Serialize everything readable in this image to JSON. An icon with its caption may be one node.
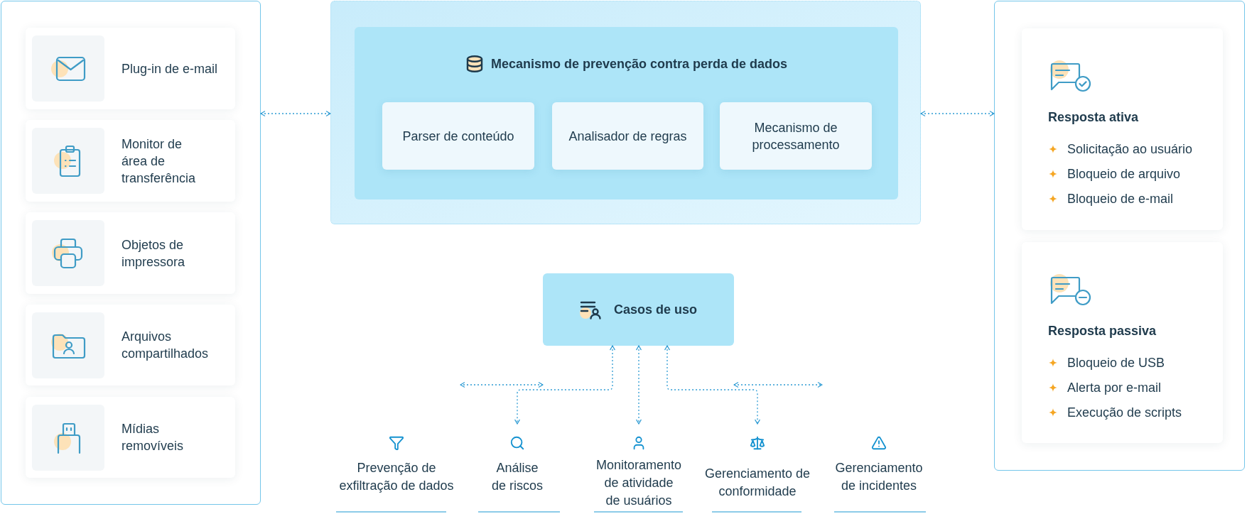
{
  "diagram": {
    "nodes": [
      {
        "text": [],
        "shape": "box"
      },
      {
        "text": [
          "Plug-in de e-mail"
        ],
        "in": 0
      },
      {
        "text": [
          "Monitor de área de transferência"
        ],
        "in": 0
      },
      {
        "text": [
          "Objetos de impressora"
        ],
        "in": 0
      },
      {
        "text": [
          "Arquivos compartilhados"
        ],
        "in": 0
      },
      {
        "text": [
          "Mídias removíveis"
        ],
        "in": 0
      },
      {
        "text": [],
        "shape": "box"
      },
      {
        "text": [
          "Mecanismo de prevenção contra perda de dados"
        ],
        "in": 6
      },
      {
        "text": [
          "Parser de conteúdo"
        ],
        "in": 7
      },
      {
        "text": [
          "Analisador de regras"
        ],
        "in": 7
      },
      {
        "text": [
          "Mecanismo de processamento"
        ],
        "in": 7
      },
      {
        "text": [],
        "shape": "box"
      },
      {
        "text": [
          "Resposta ativa",
          "Solicitação ao usuário",
          "Bloqueio de arquivo",
          "Bloqueio de e-mail"
        ],
        "in": 11
      },
      {
        "text": [
          "Resposta passiva",
          "Bloqueio de USB",
          "Alerta por e-mail",
          "Execução de scripts"
        ],
        "in": 11
      },
      {
        "text": [
          "Casos de uso"
        ]
      },
      {
        "text": [
          "Prevenção de exfiltração de dados"
        ]
      },
      {
        "text": [
          "Análise de riscos"
        ]
      },
      {
        "text": [
          "Monitoramento de atividade de usuários"
        ]
      },
      {
        "text": [
          "Gerenciamento de conformidade"
        ]
      },
      {
        "text": [
          "Gerenciamento de incidentes"
        ]
      }
    ],
    "edges": [
      {
        "from": 0,
        "to": 6,
        "arrow": "both"
      },
      {
        "from": 6,
        "to": 11,
        "arrow": "both"
      },
      {
        "from": 14,
        "to": 15,
        "arrow": "both"
      },
      {
        "from": 14,
        "to": 16,
        "arrow": "both"
      },
      {
        "from": 14,
        "to": 17,
        "arrow": "both"
      },
      {
        "from": 14,
        "to": 18,
        "arrow": "both"
      },
      {
        "from": 14,
        "to": 19,
        "arrow": "both"
      }
    ]
  }
}
